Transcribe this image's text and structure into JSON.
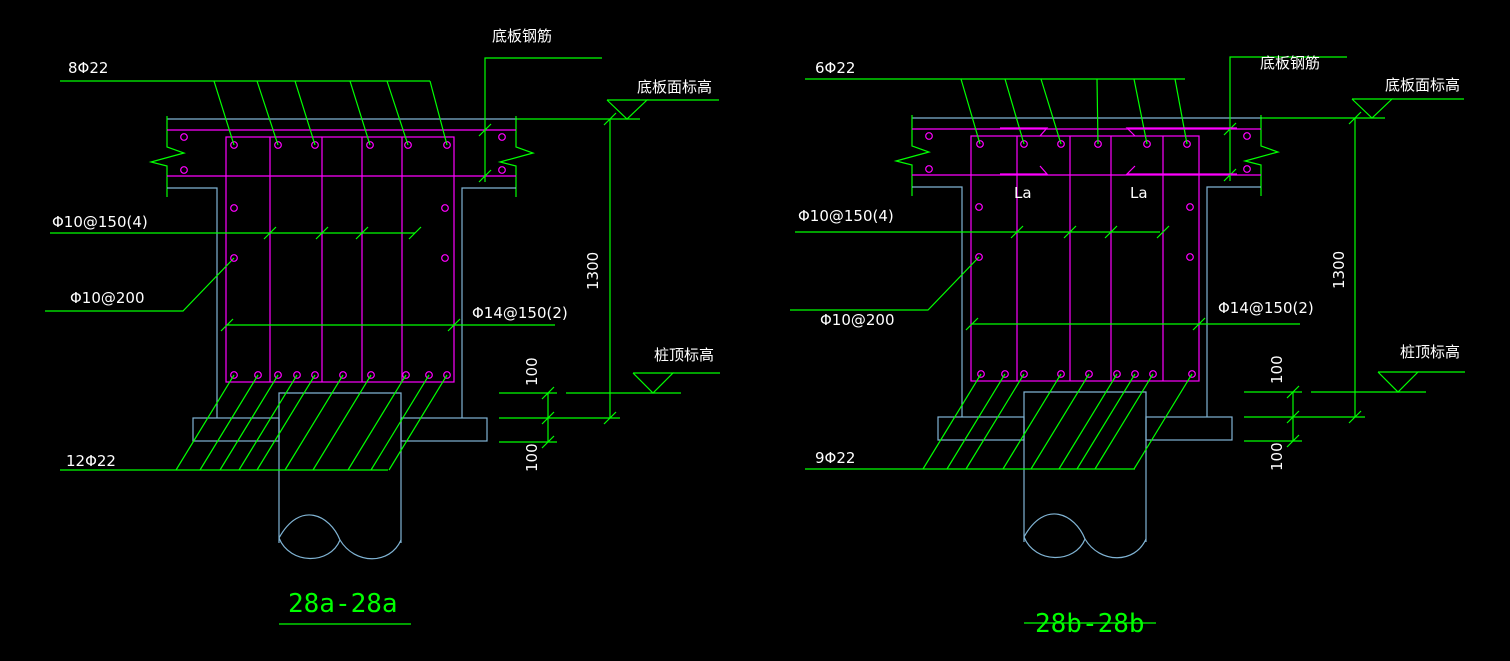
{
  "drawing": {
    "type": "reinforcement section detail",
    "colors": {
      "background": "#000000",
      "leader_lines": "#00ff00",
      "rebar": "#ff00ff",
      "concrete_outline": "#80b4d4",
      "text": "#ffffff",
      "section_title": "#00ff00"
    }
  },
  "sections": [
    {
      "id": "28a",
      "title": "28a-28a",
      "labels": {
        "top_bars": "8Φ22",
        "bottom_bars": "12Φ22",
        "slab_rebar": "底板钢筋",
        "slab_top_elev": "底板面标高",
        "pile_top_elev": "桩顶标高",
        "stirrup": "Φ10@150(4)",
        "side_bars": "Φ10@200",
        "tie_bars": "Φ14@150(2)",
        "dim_height": "1300",
        "dim_upper": "100",
        "dim_lower": "100"
      },
      "counts": {
        "top_bars": 8,
        "bottom_bars": 12
      }
    },
    {
      "id": "28b",
      "title": "28b-28b",
      "labels": {
        "top_bars": "6Φ22",
        "bottom_bars": "9Φ22",
        "slab_rebar": "底板钢筋",
        "slab_top_elev": "底板面标高",
        "pile_top_elev": "桩顶标高",
        "stirrup": "Φ10@150(4)",
        "side_bars": "Φ10@200",
        "tie_bars": "Φ14@150(2)",
        "dim_height": "1300",
        "dim_upper": "100",
        "dim_lower": "100",
        "anchorage_left": "La",
        "anchorage_right": "La"
      },
      "counts": {
        "top_bars": 6,
        "bottom_bars": 9
      }
    }
  ]
}
